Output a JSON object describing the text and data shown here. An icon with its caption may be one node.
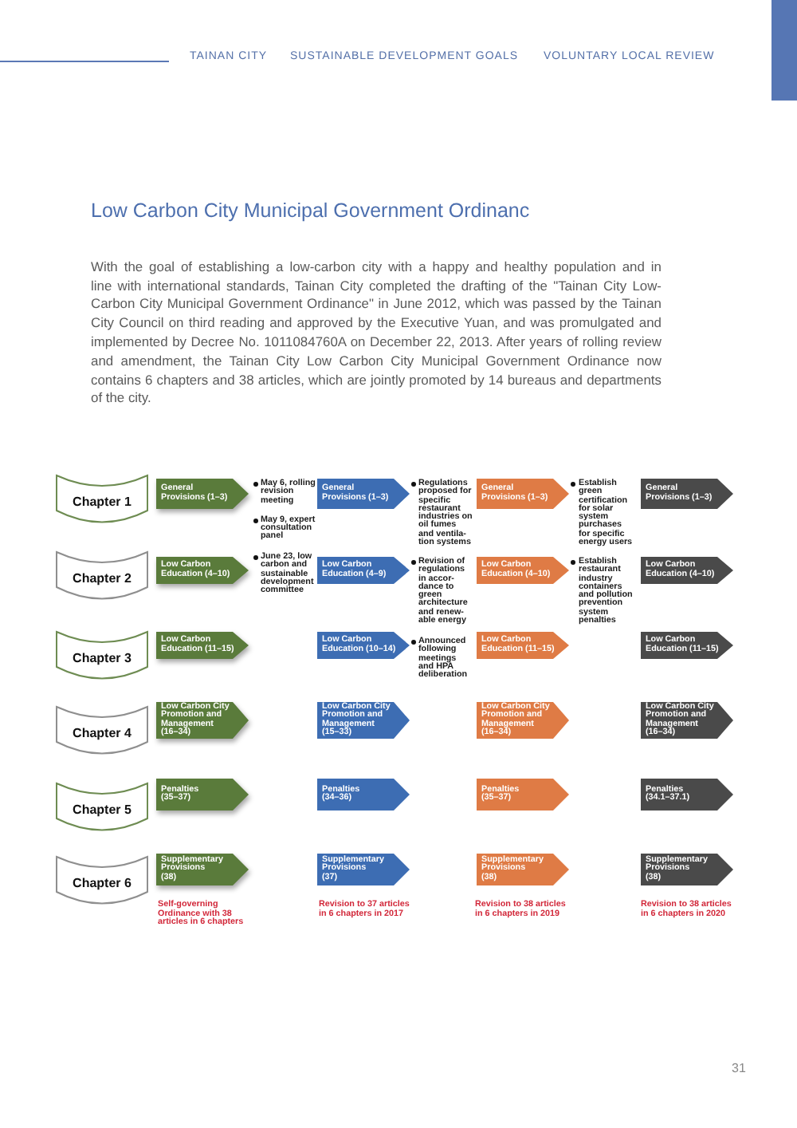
{
  "diagram": {
    "title": "Low Carbon City Municipal Government Ordinanc",
    "nodes": [
      {
        "text": [
          "Chapter 1"
        ]
      },
      {
        "text": [
          "General Provisions (1–3)"
        ]
      },
      {
        "text": [
          "General Provisions (1–3)"
        ]
      },
      {
        "text": [
          "General Provisions (1–3)"
        ]
      },
      {
        "text": [
          "General Provisions (1–3)"
        ]
      },
      {
        "text": [
          "Chapter 2"
        ]
      },
      {
        "text": [
          "Low Carbon Education (4–10)"
        ]
      },
      {
        "text": [
          "Low Carbon Education (4–9)"
        ]
      },
      {
        "text": [
          "Low Carbon Education (4–10)"
        ]
      },
      {
        "text": [
          "Low Carbon Education (4–10)"
        ]
      },
      {
        "text": [
          "Chapter 3"
        ]
      },
      {
        "text": [
          "Low Carbon Education (11–15)"
        ]
      },
      {
        "text": [
          "Low Carbon Education (10–14)"
        ]
      },
      {
        "text": [
          "Low Carbon Education (11–15)"
        ]
      },
      {
        "text": [
          "Low Carbon Education (11–15)"
        ]
      },
      {
        "text": [
          "Chapter 4"
        ]
      },
      {
        "text": [
          "Low Carbon City Promotion and Management (16–34)"
        ]
      },
      {
        "text": [
          "Low Carbon City Promotion and Management (15–33)"
        ]
      },
      {
        "text": [
          "Low Carbon City Promotion and Management (16–34)"
        ]
      },
      {
        "text": [
          "Low Carbon City Promotion and Management (16–34)"
        ]
      },
      {
        "text": [
          "Chapter 5"
        ]
      },
      {
        "text": [
          "Penalties (35–37)"
        ]
      },
      {
        "text": [
          "Penalties (34–36)"
        ]
      },
      {
        "text": [
          "Penalties (35–37)"
        ]
      },
      {
        "text": [
          "Penalties (34.1–37.1)"
        ]
      },
      {
        "text": [
          "Chapter 6"
        ]
      },
      {
        "text": [
          "Supplementary Provisions (38)"
        ]
      },
      {
        "text": [
          "Supplementary Provisions (37)"
        ]
      },
      {
        "text": [
          "Supplementary Provisions (38)"
        ]
      },
      {
        "text": [
          "Supplementary Provisions (38)"
        ]
      }
    ],
    "labels": [
      "TAINAN CITY",
      "SUSTAINABLE DEVELOPMENT GOALS",
      "VOLUNTARY LOCAL REVIEW",
      "With the goal of establishing a low-carbon city with a happy and healthy population and in line with international standards, Tainan City completed the drafting of the \"Tainan City Low-Carbon City Municipal Government Ordinance\" in June 2012, which was passed by the Tainan City Council on third reading and approved by the Executive Yuan, and was promulgated and implemented by Decree No. 1011084760A on December 22, 2013. After years of rolling review and amendment, the Tainan City Low Carbon City Municipal Government Ordinance now contains 6 chapters and 38 articles, which are jointly promoted by 14 bureaus and departments of the city.",
      "May 6, rolling revision meeting",
      "Regulations proposed for specific restaurant industries on oil fumes and ventila- tion systems",
      "Establish green certification for solar system purchases for specific energy users",
      "May 9, expert consultation panel",
      "June 23, low carbon and sustainable development committee",
      "Revision of regulations in accor- dance to green architecture and renew- able energy",
      "Establish restaurant industry containers and pollution prevention system penalties",
      "Announced following meetings and HPA deliberation",
      "Self-governing Ordinance with 38 articles in 6 chapters",
      "Revision to 37 articles in 6 chapters in 2017",
      "Revision to 38 articles in 6 chapters in 2019",
      "Revision to 38 articles in 6 chapters in 2020",
      "31"
    ]
  }
}
